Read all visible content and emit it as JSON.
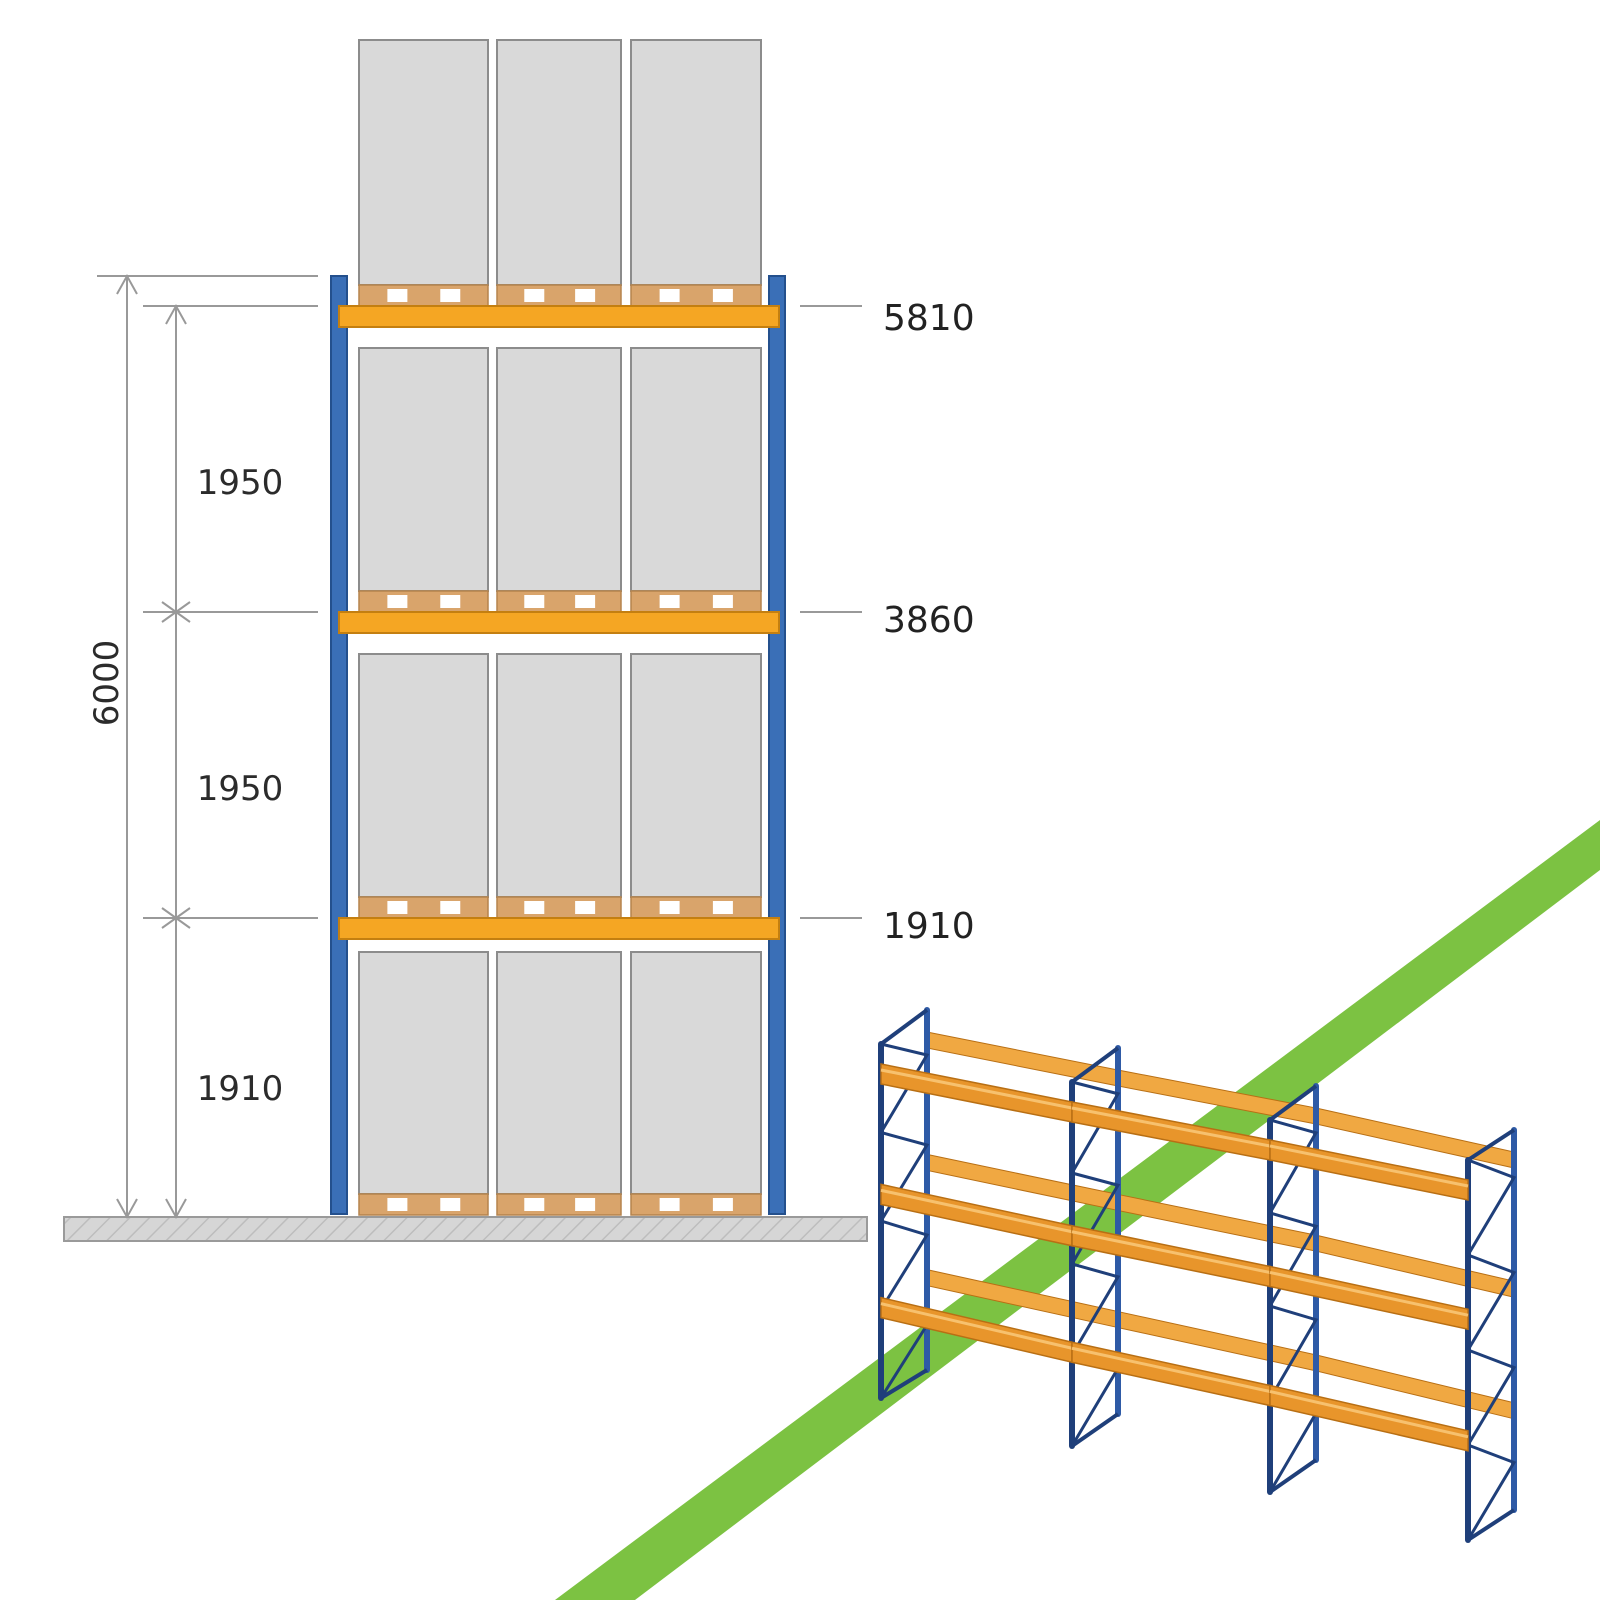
{
  "diagram": {
    "total_height": "6000",
    "spacing": [
      {
        "key": "top",
        "label": "1950"
      },
      {
        "key": "middle",
        "label": "1950"
      },
      {
        "key": "bottom",
        "label": "1910"
      }
    ],
    "levels": [
      {
        "key": "top",
        "label": "5810"
      },
      {
        "key": "middle",
        "label": "3860"
      },
      {
        "key": "bottom",
        "label": "1910"
      }
    ]
  },
  "colors": {
    "upright": "#3a6fb7",
    "beam": "#f5a623",
    "box": "#d9d9d9",
    "pallet": "#d9a46b",
    "floor": "#d4d4d4",
    "green_stripe": "#7cc242",
    "frame_3d": "#1f3f7a",
    "beam_3d": "#e89a2c"
  }
}
